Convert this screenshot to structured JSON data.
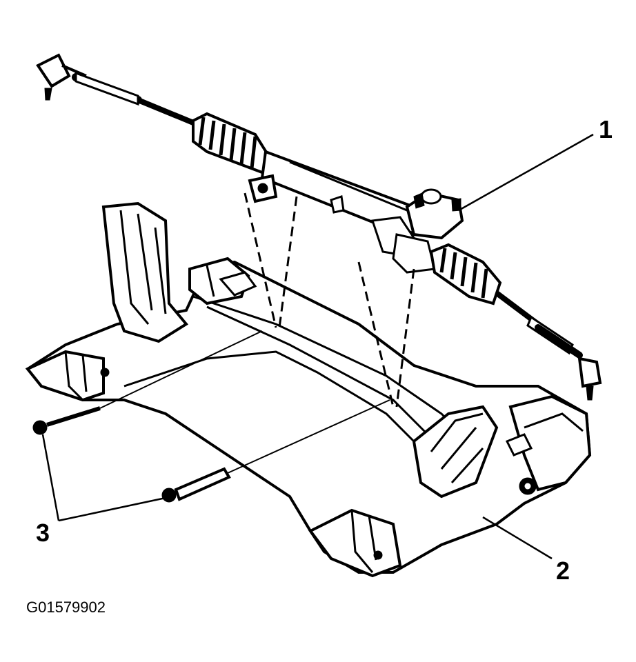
{
  "diagram": {
    "figure_id": "G01579902",
    "callouts": [
      {
        "id": "1",
        "label": "1",
        "part": "steering-gear"
      },
      {
        "id": "2",
        "label": "2",
        "part": "frame-crossmember"
      },
      {
        "id": "3",
        "label": "3",
        "part": "mounting-bolts"
      }
    ],
    "colors": {
      "ink": "#000000",
      "paper": "#ffffff"
    },
    "icons": [
      "rack-and-pinion-illustration",
      "crossmember-illustration",
      "bolt-icon"
    ]
  }
}
